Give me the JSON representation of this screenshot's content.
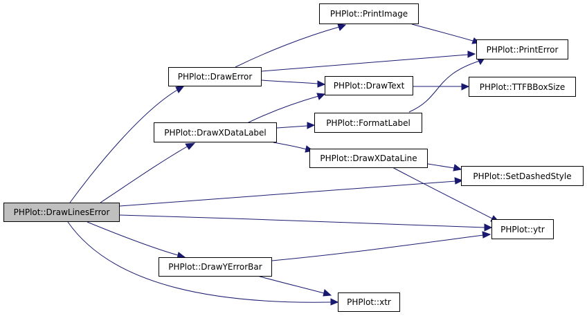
{
  "diagram": {
    "nodes": {
      "drawlineserror": "PHPlot::DrawLinesError",
      "drawerror": "PHPlot::DrawError",
      "drawxdatalabel": "PHPlot::DrawXDataLabel",
      "drawyerrorbar": "PHPlot::DrawYErrorBar",
      "printimage": "PHPlot::PrintImage",
      "drawtext": "PHPlot::DrawText",
      "formatlabel": "PHPlot::FormatLabel",
      "drawxdataline": "PHPlot::DrawXDataLine",
      "xtr": "PHPlot::xtr",
      "printerror": "PHPlot::PrintError",
      "ttfbboxsize": "PHPlot::TTFBBoxSize",
      "setdashedstyle": "PHPlot::SetDashedStyle",
      "ytr": "PHPlot::ytr"
    },
    "colors": {
      "edge": "#191970",
      "node_border": "#000000",
      "node_fill": "#ffffff",
      "root_fill": "#bfbfbf"
    }
  }
}
